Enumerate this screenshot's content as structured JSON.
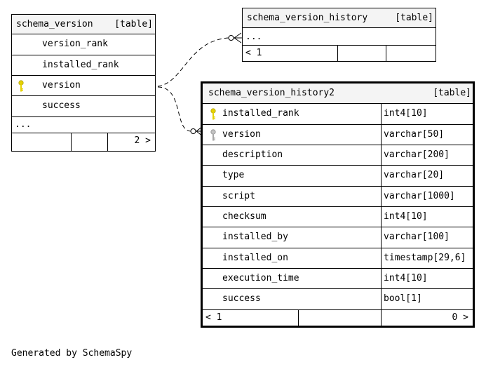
{
  "tables": {
    "schema_version": {
      "name": "schema_version",
      "type_label": "[table]",
      "columns": [
        {
          "name": "version_rank",
          "key": ""
        },
        {
          "name": "installed_rank",
          "key": ""
        },
        {
          "name": "version",
          "key": "primary"
        },
        {
          "name": "success",
          "key": ""
        }
      ],
      "more": "...",
      "footer": {
        "right": "2 >"
      }
    },
    "schema_version_history": {
      "name": "schema_version_history",
      "type_label": "[table]",
      "more": "...",
      "footer": {
        "left": "< 1"
      }
    },
    "schema_version_history2": {
      "name": "schema_version_history2",
      "type_label": "[table]",
      "columns": [
        {
          "name": "installed_rank",
          "type": "int4[10]",
          "key": "primary"
        },
        {
          "name": "version",
          "type": "varchar[50]",
          "key": "index"
        },
        {
          "name": "description",
          "type": "varchar[200]",
          "key": ""
        },
        {
          "name": "type",
          "type": "varchar[20]",
          "key": ""
        },
        {
          "name": "script",
          "type": "varchar[1000]",
          "key": ""
        },
        {
          "name": "checksum",
          "type": "int4[10]",
          "key": ""
        },
        {
          "name": "installed_by",
          "type": "varchar[100]",
          "key": ""
        },
        {
          "name": "installed_on",
          "type": "timestamp[29,6]",
          "key": ""
        },
        {
          "name": "execution_time",
          "type": "int4[10]",
          "key": ""
        },
        {
          "name": "success",
          "type": "bool[1]",
          "key": ""
        }
      ],
      "footer": {
        "left": "< 1",
        "right": "0 >"
      }
    }
  },
  "footer_note": "Generated by SchemaSpy",
  "colors": {
    "primary_key": "#e6d200",
    "index_key": "#a8a8a8",
    "header_bg": "#f4f4f4"
  }
}
